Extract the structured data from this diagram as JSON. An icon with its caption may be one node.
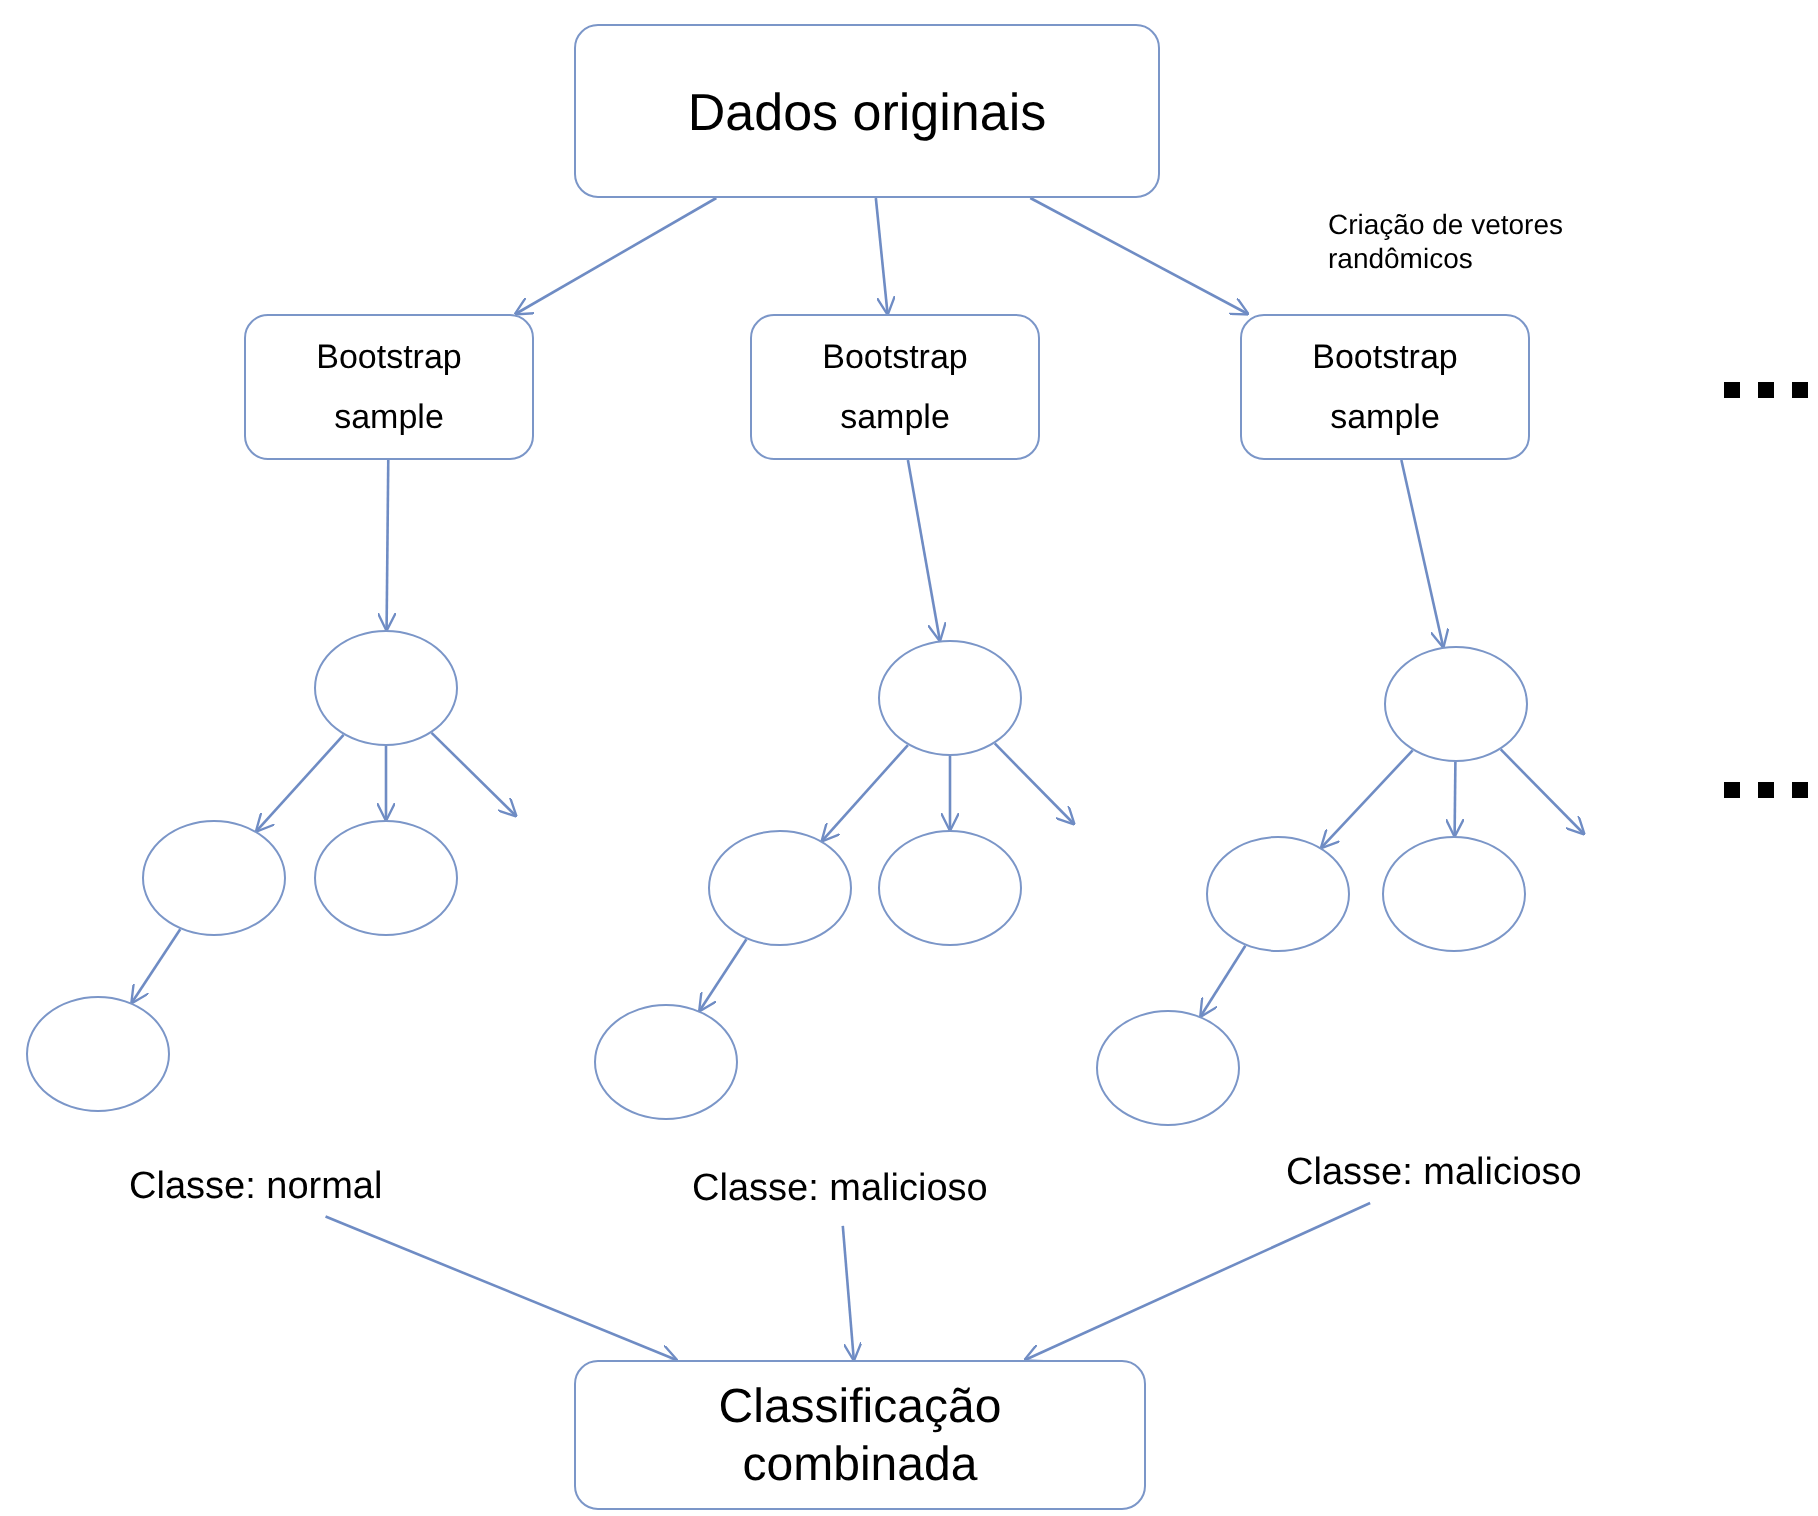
{
  "diagram": {
    "nodes": [
      {
        "text": [
          "Dados originais"
        ]
      },
      {
        "text": [
          "Bootstrap sample"
        ]
      },
      {
        "text": [
          "Bootstrap sample"
        ]
      },
      {
        "text": [
          "Bootstrap sample"
        ]
      },
      {
        "text": [],
        "shape": "ellipse"
      },
      {
        "text": [],
        "shape": "ellipse"
      },
      {
        "text": [],
        "shape": "ellipse"
      },
      {
        "text": [],
        "shape": "ellipse"
      },
      {
        "text": [],
        "shape": "ellipse"
      },
      {
        "text": [],
        "shape": "ellipse"
      },
      {
        "text": [],
        "shape": "ellipse"
      },
      {
        "text": [],
        "shape": "ellipse"
      },
      {
        "text": [],
        "shape": "ellipse"
      },
      {
        "text": [],
        "shape": "ellipse"
      },
      {
        "text": [],
        "shape": "ellipse"
      },
      {
        "text": [],
        "shape": "ellipse"
      },
      {
        "text": [
          "Classe: normal"
        ]
      },
      {
        "text": [
          "Classe: malicioso"
        ]
      },
      {
        "text": [
          "Classe: malicioso"
        ]
      },
      {
        "text": [
          "Classificação combinada"
        ]
      }
    ],
    "edges": [
      {
        "from": 0,
        "to": 1,
        "arrow": "to"
      },
      {
        "from": 0,
        "to": 2,
        "arrow": "to"
      },
      {
        "from": 0,
        "to": 3,
        "arrow": "to",
        "label": "Criação de vetores randômicos"
      },
      {
        "from": 1,
        "to": 4,
        "arrow": "to"
      },
      {
        "from": 2,
        "to": 8,
        "arrow": "to"
      },
      {
        "from": 3,
        "to": 12,
        "arrow": "to"
      },
      {
        "from": 4,
        "to": 5,
        "arrow": "to"
      },
      {
        "from": 4,
        "to": 6,
        "arrow": "to"
      },
      {
        "from": 4,
        "to": null,
        "arrow": "to"
      },
      {
        "from": 5,
        "to": 7,
        "arrow": "to"
      },
      {
        "from": 8,
        "to": 9,
        "arrow": "to"
      },
      {
        "from": 8,
        "to": 10,
        "arrow": "to"
      },
      {
        "from": 8,
        "to": null,
        "arrow": "to"
      },
      {
        "from": 9,
        "to": 11,
        "arrow": "to"
      },
      {
        "from": 12,
        "to": 13,
        "arrow": "to"
      },
      {
        "from": 12,
        "to": 14,
        "arrow": "to"
      },
      {
        "from": 12,
        "to": null,
        "arrow": "to"
      },
      {
        "from": 13,
        "to": 15,
        "arrow": "to"
      },
      {
        "from": 16,
        "to": 19,
        "arrow": "to"
      },
      {
        "from": 17,
        "to": 19,
        "arrow": "to"
      },
      {
        "from": 18,
        "to": 19,
        "arrow": "to"
      }
    ]
  }
}
